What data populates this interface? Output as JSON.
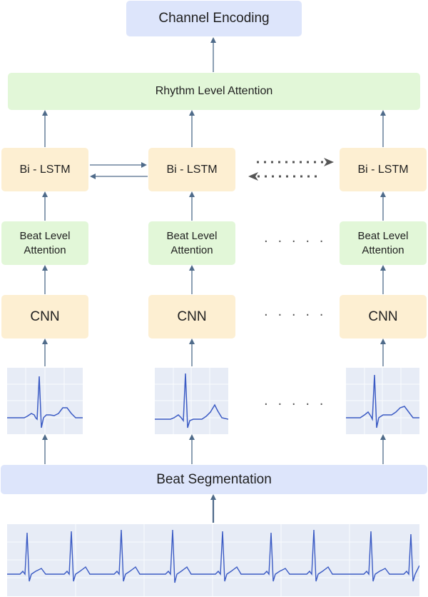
{
  "top": {
    "channel_encoding": "Channel Encoding"
  },
  "attention": {
    "rhythm": "Rhythm Level Attention"
  },
  "columns": [
    {
      "lstm": "Bi - LSTM",
      "beat_attention_line1": "Beat Level",
      "beat_attention_line2": "Attention",
      "cnn": "CNN"
    },
    {
      "lstm": "Bi - LSTM",
      "beat_attention_line1": "Beat Level",
      "beat_attention_line2": "Attention",
      "cnn": "CNN"
    },
    {
      "lstm": "Bi - LSTM",
      "beat_attention_line1": "Beat Level",
      "beat_attention_line2": "Attention",
      "cnn": "CNN"
    }
  ],
  "segmentation": {
    "label": "Beat Segmentation"
  },
  "ellipsis": "· · · · ·",
  "colors": {
    "blue_box": "#dde5fb",
    "green_box": "#e2f7d8",
    "orange_box": "#fdefd2",
    "arrow": "#4f6b8a",
    "ecg_line": "#3b5bc4"
  }
}
